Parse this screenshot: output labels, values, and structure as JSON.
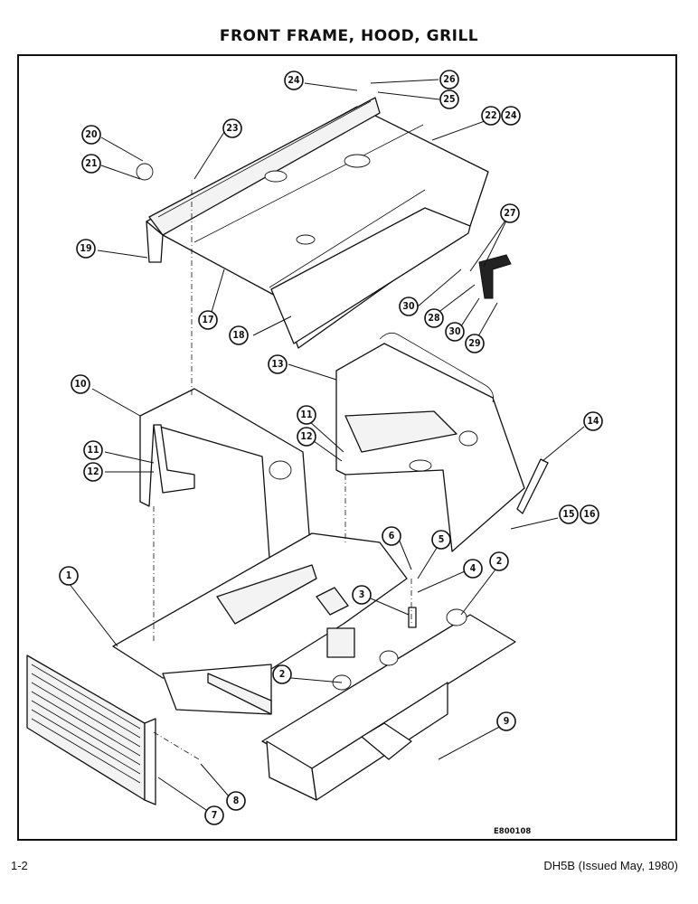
{
  "title": "FRONT FRAME, HOOD, GRILL",
  "footer": {
    "page": "1-2",
    "doc": "DH5B (Issued May, 1980)"
  },
  "drawing_code": "E800108",
  "callouts": [
    "1",
    "2",
    "2",
    "3",
    "4",
    "5",
    "6",
    "7",
    "8",
    "9",
    "10",
    "11",
    "12",
    "11",
    "12",
    "13",
    "14",
    "15",
    "16",
    "17",
    "18",
    "19",
    "20",
    "21",
    "22",
    "24",
    "23",
    "24",
    "25",
    "26",
    "27",
    "28",
    "29",
    "30",
    "30"
  ]
}
